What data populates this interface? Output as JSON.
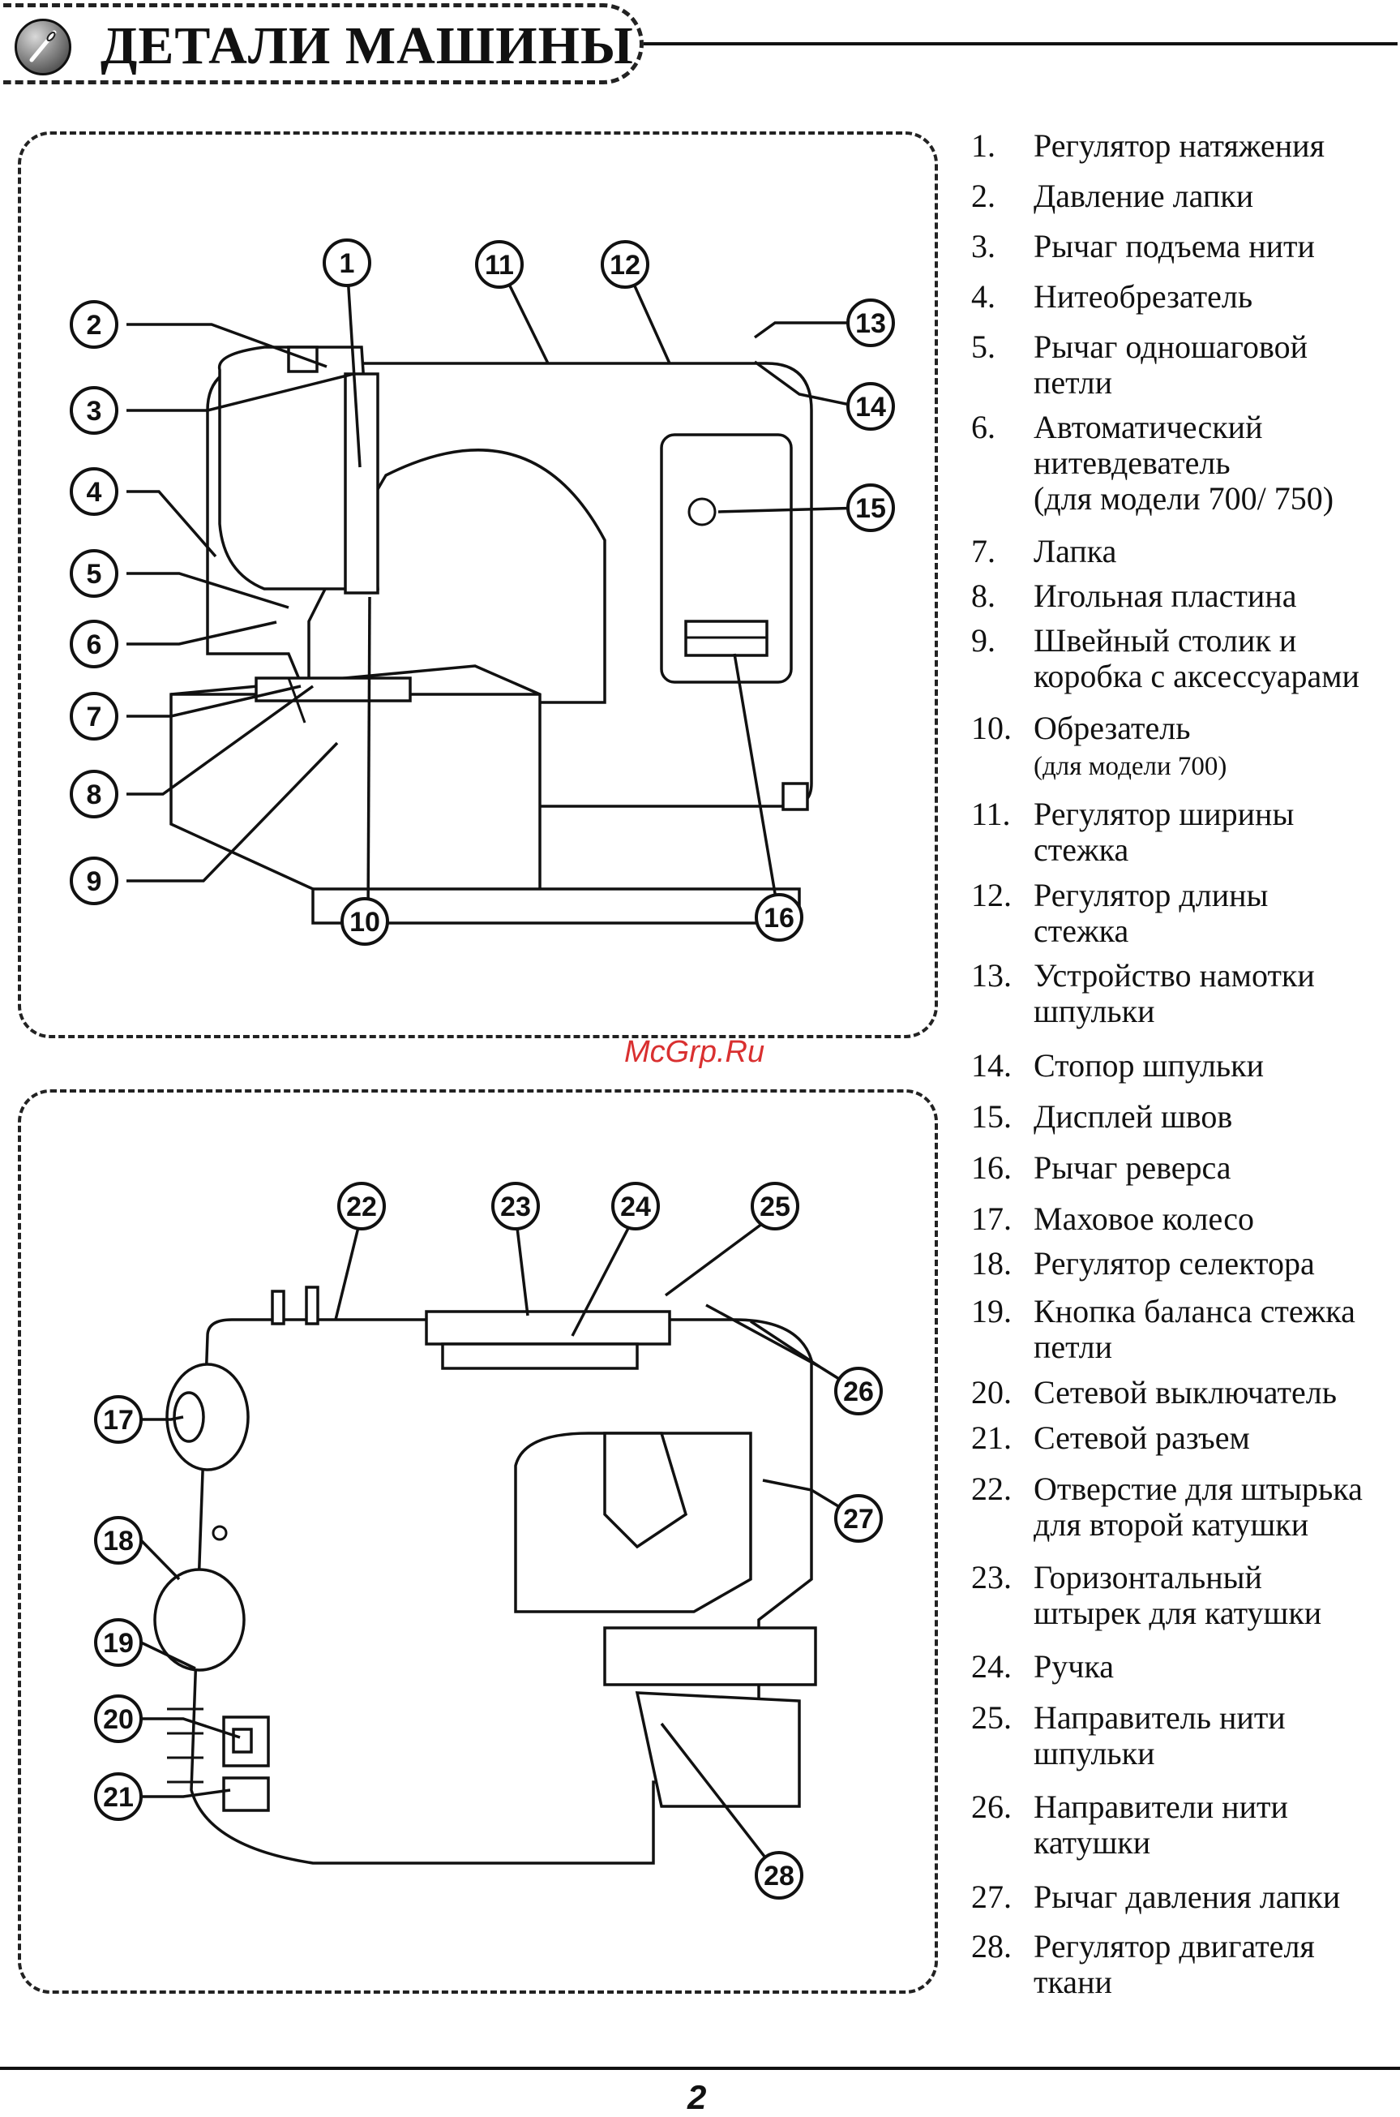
{
  "header": {
    "title": "ДЕТАЛИ МАШИНЫ",
    "icon": "sewing-needle-icon"
  },
  "watermark": "McGrp.Ru",
  "page_number": "2",
  "diagram_front": {
    "callouts": [
      "1",
      "2",
      "3",
      "4",
      "5",
      "6",
      "7",
      "8",
      "9",
      "10",
      "11",
      "12",
      "13",
      "14",
      "15",
      "16"
    ]
  },
  "diagram_back": {
    "callouts": [
      "17",
      "18",
      "19",
      "20",
      "21",
      "22",
      "23",
      "24",
      "25",
      "26",
      "27",
      "28"
    ]
  },
  "parts": [
    {
      "num": "1.",
      "lines": [
        "Регулятор натяжения"
      ]
    },
    {
      "num": "2.",
      "lines": [
        "Давление лапки"
      ]
    },
    {
      "num": "3.",
      "lines": [
        "Рычаг подъема нити"
      ]
    },
    {
      "num": "4.",
      "lines": [
        "Нитеобрезатель"
      ]
    },
    {
      "num": "5.",
      "lines": [
        "Рычаг одношаговой",
        "петли"
      ]
    },
    {
      "num": "6.",
      "lines": [
        "Автоматический",
        "нитевдеватель",
        "(для модели 700/ 750)"
      ]
    },
    {
      "num": "7.",
      "lines": [
        "Лапка"
      ]
    },
    {
      "num": "8.",
      "lines": [
        "Игольная пластина"
      ]
    },
    {
      "num": "9.",
      "lines": [
        "Швейный столик и",
        "коробка с аксессуарами"
      ]
    },
    {
      "num": "10.",
      "lines": [
        "Обрезатель"
      ],
      "note": "(для модели 700)"
    },
    {
      "num": "11.",
      "lines": [
        "Регулятор ширины",
        "стежка"
      ]
    },
    {
      "num": "12.",
      "lines": [
        "Регулятор длины",
        "стежка"
      ]
    },
    {
      "num": "13.",
      "lines": [
        "Устройство намотки",
        "шпульки"
      ]
    },
    {
      "num": "14.",
      "lines": [
        "Стопор шпульки"
      ]
    },
    {
      "num": "15.",
      "lines": [
        "Дисплей швов"
      ]
    },
    {
      "num": "16.",
      "lines": [
        "Рычаг реверса"
      ]
    },
    {
      "num": "17.",
      "lines": [
        "Маховое колесо"
      ]
    },
    {
      "num": "18.",
      "lines": [
        "Регулятор селектора"
      ]
    },
    {
      "num": "19.",
      "lines": [
        "Кнопка баланса стежка",
        "петли"
      ]
    },
    {
      "num": "20.",
      "lines": [
        "Сетевой выключатель"
      ]
    },
    {
      "num": "21.",
      "lines": [
        "Сетевой разъем"
      ]
    },
    {
      "num": "22.",
      "lines": [
        "Отверстие для штырька",
        "для второй катушки"
      ]
    },
    {
      "num": "23.",
      "lines": [
        "Горизонтальный",
        "штырек для катушки"
      ]
    },
    {
      "num": "24.",
      "lines": [
        "Ручка"
      ]
    },
    {
      "num": "25.",
      "lines": [
        "Направитель нити",
        "шпульки"
      ]
    },
    {
      "num": "26.",
      "lines": [
        "Направители нити",
        "катушки"
      ]
    },
    {
      "num": "27.",
      "lines": [
        "Рычаг давления лапки"
      ]
    },
    {
      "num": "28.",
      "lines": [
        "Регулятор двигателя",
        "ткани"
      ]
    }
  ]
}
